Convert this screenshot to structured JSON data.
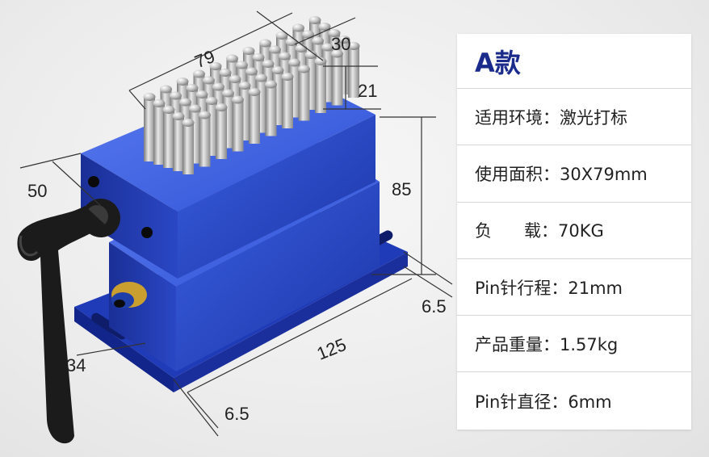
{
  "dimensions": {
    "width": "79",
    "depth": "30",
    "pin_height": "21",
    "body_height": "85",
    "side_depth": "50",
    "base_length": "125",
    "right_offset": "6.5",
    "handle_height": "34",
    "bottom_offset": "6.5"
  },
  "card": {
    "title": "A款",
    "rows": [
      {
        "text": "适用环境：激光打标"
      },
      {
        "text": "使用面积：30X79mm"
      },
      {
        "text": "负      载：70KG"
      },
      {
        "text": "Pin针行程：21mm"
      },
      {
        "text": "产品重量：1.57kg"
      },
      {
        "text": "Pin针直径：6mm"
      }
    ]
  },
  "colors": {
    "body_blue": "#2448c8",
    "title_blue": "#1a2b8c",
    "pin_steel": "#b8b8b8",
    "handle_black": "#1b1b1b"
  }
}
